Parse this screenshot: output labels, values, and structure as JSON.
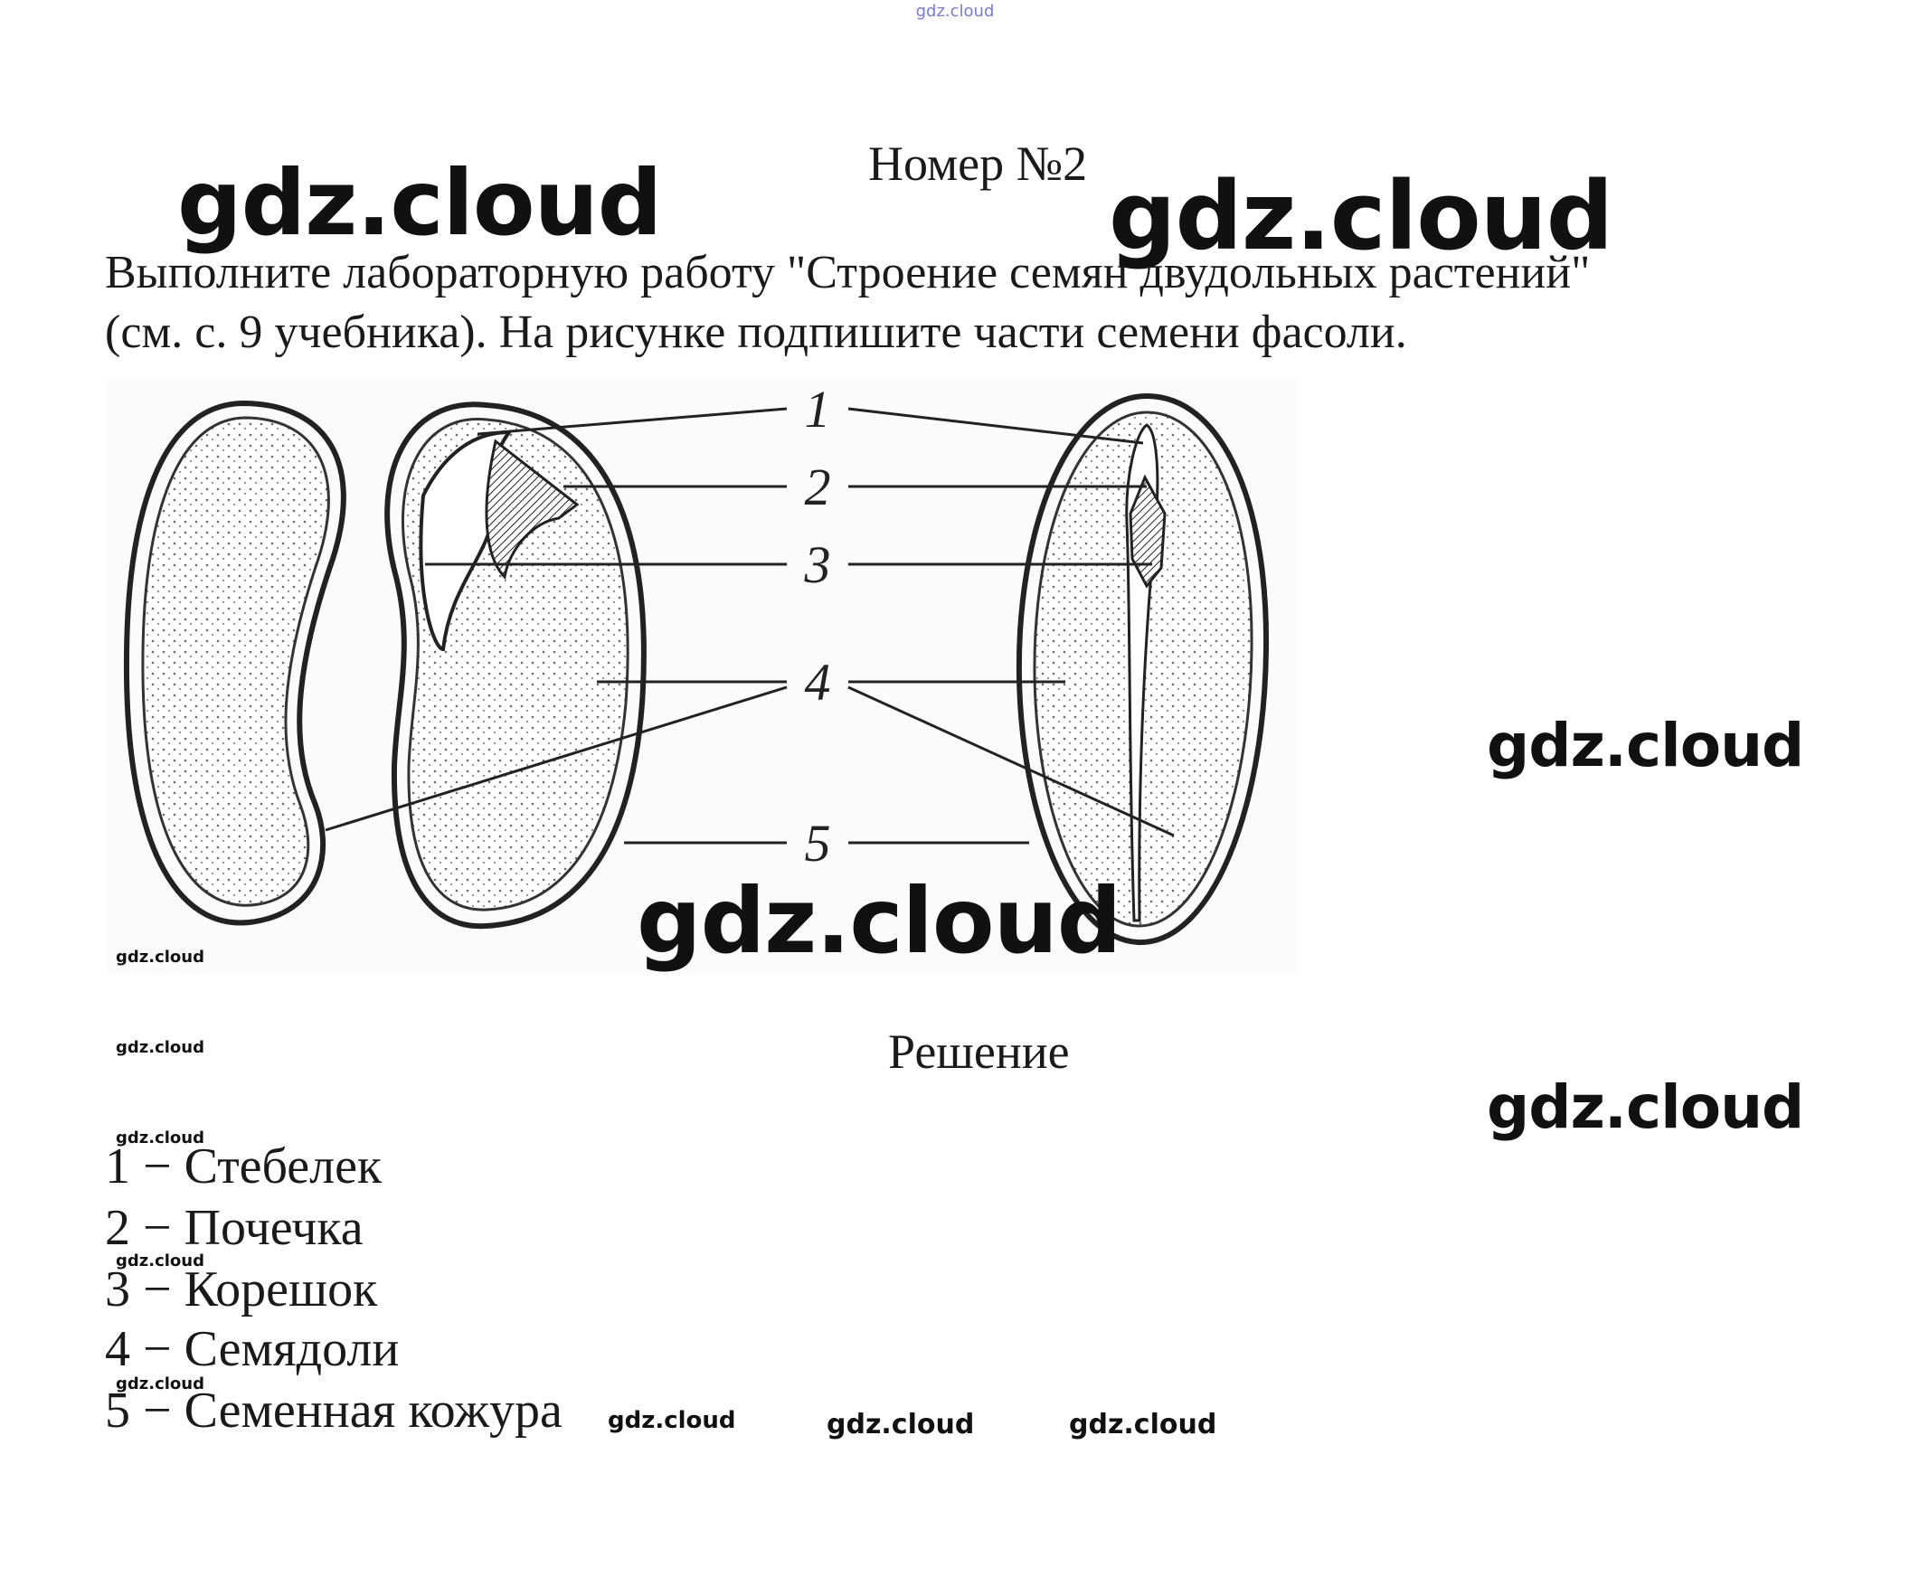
{
  "header": {
    "top_watermark": "gdz.cloud",
    "title": "Номер №2"
  },
  "task": {
    "line1": "Выполните лабораторную работу \"Строение семян двудольных растений\"",
    "line2": "(см. с. 9 учебника). На рисунке подпишите части семени фасоли."
  },
  "diagram": {
    "labels": [
      "1",
      "2",
      "3",
      "4",
      "5"
    ]
  },
  "solution": {
    "heading": "Решение",
    "answers": [
      "1 − Стебелек",
      "2 − Почечка",
      "3 − Корешок",
      "4 − Семядоли",
      "5 − Семенная кожура"
    ]
  },
  "watermarks": {
    "text": "gdz.cloud"
  }
}
